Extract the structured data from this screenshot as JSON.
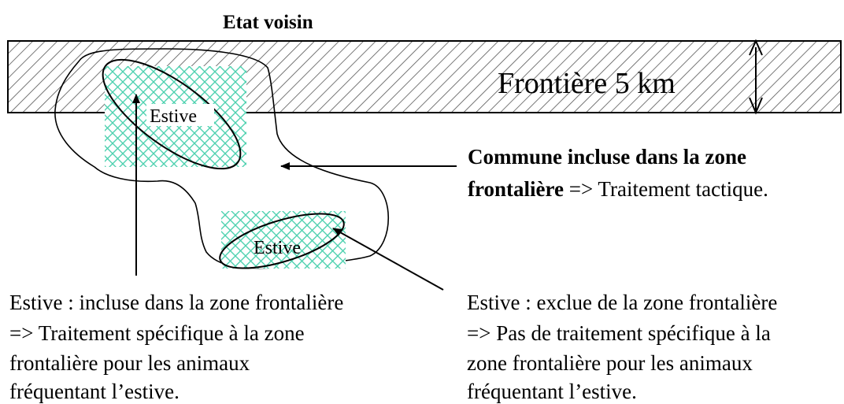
{
  "title": "Etat voisin",
  "border_band": {
    "label": "Frontière 5 km"
  },
  "estive_labels": {
    "top": "Estive",
    "bottom": "Estive"
  },
  "commune_note": {
    "line1": "Commune incluse dans la zone",
    "line2_bold": "frontalière",
    "line2_rest": " => Traitement tactique."
  },
  "left_note": {
    "lines": [
      "Estive : incluse dans la zone frontalière",
      "=> Traitement spécifique à la zone",
      "frontalière pour les animaux",
      "fréquentant l’estive."
    ]
  },
  "right_note": {
    "lines": [
      "Estive : exclue de la zone frontalière",
      "=> Pas de traitement spécifique à la",
      "zone frontalière pour les animaux",
      "fréquentant l’estive."
    ]
  },
  "colors": {
    "hatch": "#555555",
    "estive_grid": "#4fd1b0",
    "outline": "#000000"
  }
}
